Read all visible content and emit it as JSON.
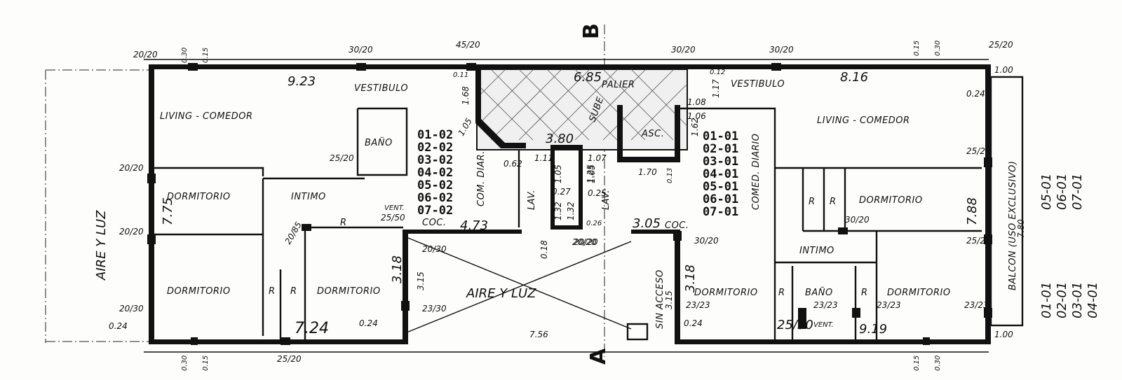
{
  "axis": {
    "top": "B",
    "bottom": "A"
  },
  "rooms": {
    "living_left": "LIVING - COMEDOR",
    "living_right": "LIVING - COMEDOR",
    "vestibulo_left": "VESTIBULO",
    "vestibulo_right": "VESTIBULO",
    "palier": "PALIER",
    "bano_left": "BAÑO",
    "bano_right": "BAÑO",
    "dormitorio_l1": "DORMITORIO",
    "dormitorio_l2": "DORMITORIO",
    "dormitorio_l3": "DORMITORIO",
    "dormitorio_r1": "DORMITORIO",
    "dormitorio_r2": "DORMITORIO",
    "dormitorio_r3": "DORMITORIO",
    "intimo_left": "INTIMO",
    "intimo_right": "INTIMO",
    "aire_luz_center": "AIRE Y LUZ",
    "aire_luz_left": "AIRE Y LUZ",
    "com_diar": "COM. DIAR.",
    "comed_diario": "COMED. DIARIO",
    "coc_left": "COC.",
    "coc_right": "COC.",
    "lav_left": "LAV.",
    "lav_right": "LAV.",
    "asc": "ASC.",
    "sube": "SUBE",
    "sin_acceso": "SIN ACCESO",
    "balcon": "BALCON (USO EXCLUSIVO)",
    "vent_left": "VENT.",
    "vent_right": "VENT."
  },
  "unit_codes_left": [
    "01-02",
    "02-02",
    "03-02",
    "04-02",
    "05-02",
    "06-02",
    "07-02"
  ],
  "unit_codes_right": [
    "01-01",
    "02-01",
    "03-01",
    "04-01",
    "05-01",
    "06-01",
    "07-01"
  ],
  "floor_codes_far_right_a": [
    "05-01",
    "06-01",
    "07-01"
  ],
  "floor_codes_far_right_b": [
    "01-01",
    "02-01",
    "03-01",
    "04-01"
  ],
  "dimensions": {
    "d923": "9.23",
    "d685": "6.85",
    "d816": "8.16",
    "d775": "7.75",
    "d788": "7.88",
    "d724": "7.24",
    "d756": "7.56",
    "d919": "9.19",
    "d473": "4.73",
    "d305": "3.05",
    "d380": "3.80",
    "d318a": "3.18",
    "d318b": "3.18",
    "d315a": "3.15",
    "d315b": "3.15",
    "d2020a": "20/20",
    "d3020a": "30/20",
    "d4520": "45/20",
    "d3020b": "30/20",
    "d3020c": "30/20",
    "d2520a": "25/20",
    "d2020b": "20/20",
    "d2020c": "20/20",
    "d2020d": "20/20",
    "d2030a": "20/30",
    "d2520b": "25/20",
    "d2525": "25/25",
    "d2520c": "25/20",
    "d2330": "23/30",
    "d2323a": "23/23",
    "d2323b": "23/23",
    "d2323c": "23/23",
    "d2323d": "23/23",
    "d2550a": "25/50",
    "d2550b": "25/50",
    "d2520d": "25/20",
    "d2030b": "20/30",
    "d3020d": "30/20",
    "d2085": "20/85",
    "d3020e": "30/20",
    "d2020e": "20/20",
    "d030a": "0.30",
    "d015a": "0.15",
    "d030b": "0.30",
    "d015b": "0.15",
    "d015c": "0.15",
    "d030c": "0.30",
    "d015d": "0.15",
    "d030d": "0.30",
    "d024a": "0.24",
    "d024b": "0.24",
    "d024c": "0.24",
    "d024d": "0.24",
    "d011": "0.11",
    "d012": "0.12",
    "d100a": "1.00",
    "d100b": "1.00",
    "d168": "1.68",
    "d105a": "1.05",
    "d062": "0.62",
    "d108": "1.08",
    "d106": "1.06",
    "d117": "1.17",
    "d162": "1.62",
    "d170": "1.70",
    "d111": "1.11",
    "d107": "1.07",
    "d105b": "1.05",
    "d105c": "1.05",
    "d132a": "1.32",
    "d132b": "1.32",
    "d027": "0.27",
    "d026": "0.26",
    "d018": "0.18",
    "d013": "0.13",
    "d125": "1.25",
    "d025": "0.25",
    "d780": "7.80"
  },
  "marks": {
    "r": "R"
  }
}
